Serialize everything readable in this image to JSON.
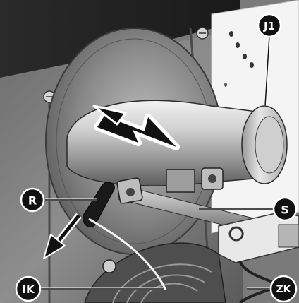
{
  "labels": {
    "j1": "J1",
    "r": "R",
    "s": "S",
    "ik": "IK",
    "zk": "ZK"
  },
  "colors": {
    "label_fill": "#111111",
    "label_text": "#ffffff",
    "arrow": "#111111",
    "background": "#ffffff"
  }
}
